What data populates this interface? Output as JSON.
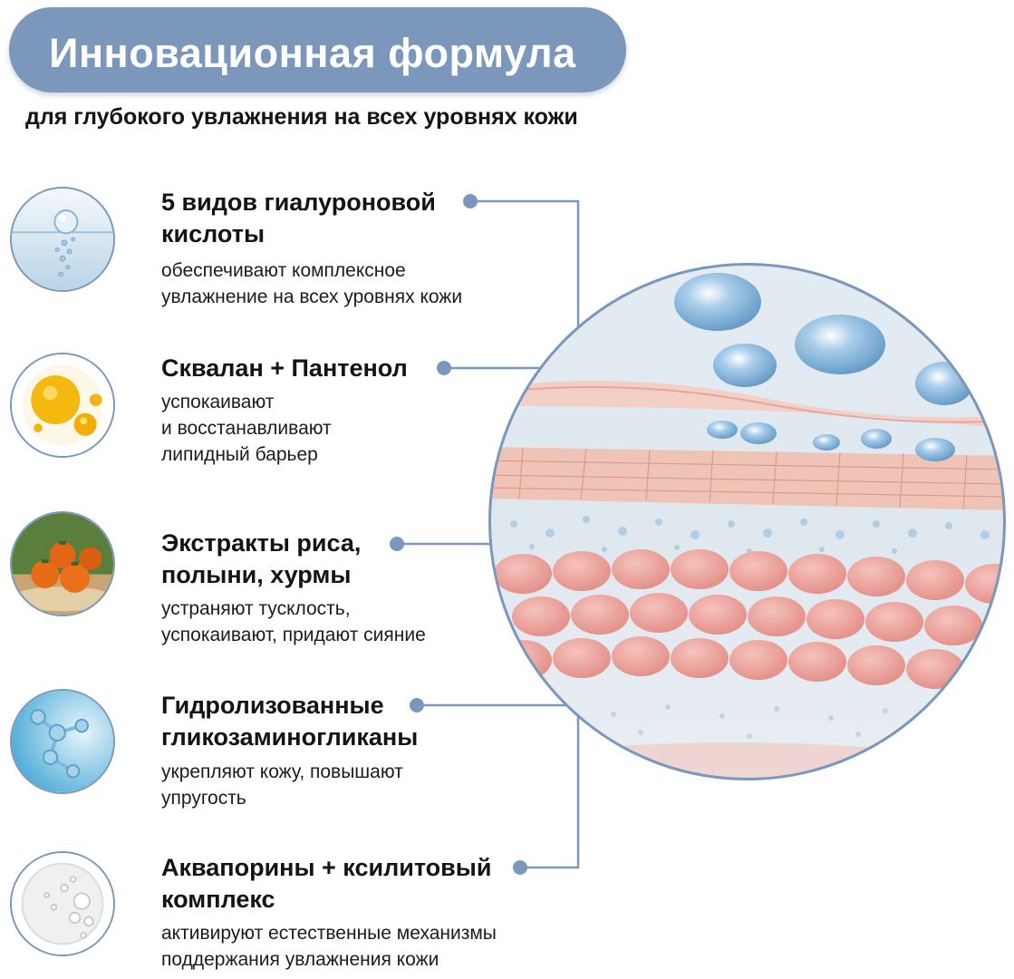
{
  "header": {
    "title": "Инновационная формула",
    "subtitle": "для глубокого увлажнения на всех уровнях кожи"
  },
  "colors": {
    "accent": "#7b97bb",
    "text": "#141414"
  },
  "items": [
    {
      "icon": "water-bubbles-icon",
      "title_line1": "5 видов гиалуроновой",
      "title_line2": "кислоты",
      "desc_line1": "обеспечивают комплексное",
      "desc_line2": "увлажнение на всех уровнях кожи",
      "desc_line3": ""
    },
    {
      "icon": "oil-drops-icon",
      "title_line1": "Сквалан + Пантенол",
      "title_line2": "",
      "desc_line1": "успокаивают",
      "desc_line2": "и восстанавливают",
      "desc_line3": "липидный барьер"
    },
    {
      "icon": "persimmon-icon",
      "title_line1": "Экстракты риса,",
      "title_line2": "полыни, хурмы",
      "desc_line1": "устраняют тусклость,",
      "desc_line2": "успокаивают, придают сияние",
      "desc_line3": ""
    },
    {
      "icon": "molecule-icon",
      "title_line1": "Гидролизованные",
      "title_line2": "гликозаминогликаны",
      "desc_line1": "укрепляют кожу, повышают",
      "desc_line2": "упругость",
      "desc_line3": ""
    },
    {
      "icon": "gel-bubbles-icon",
      "title_line1": "Аквапорины + ксилитовый",
      "title_line2": "комплекс",
      "desc_line1": "активируют естественные механизмы",
      "desc_line2": "поддержания увлажнения кожи",
      "desc_line3": ""
    }
  ]
}
